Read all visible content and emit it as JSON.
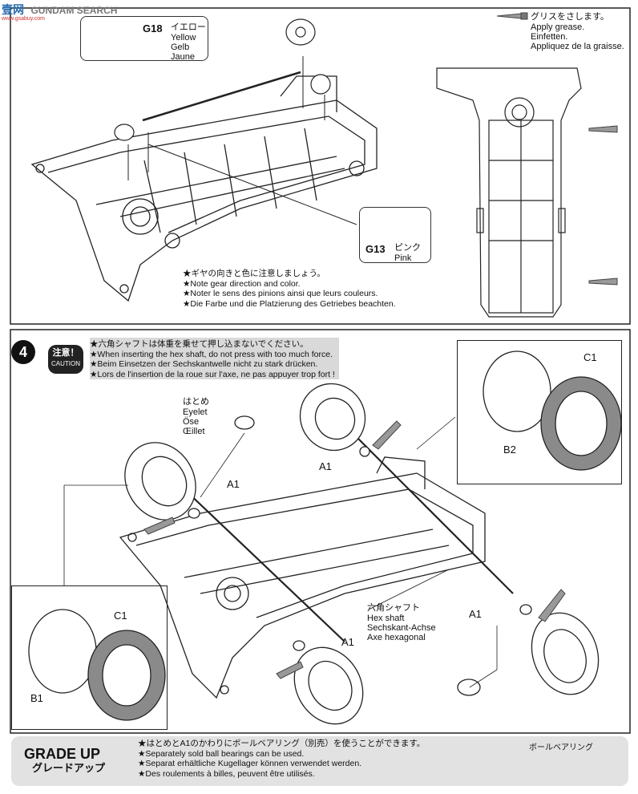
{
  "watermark": {
    "brand": "GUNDAM SEARCH",
    "logo_chars": "壹网",
    "site": "www.gsabuy.com"
  },
  "step3": {
    "g18": {
      "code": "G18",
      "jp": "イエロー",
      "en": "Yellow",
      "de": "Gelb",
      "fr": "Jaune"
    },
    "g13": {
      "code": "G13",
      "jp": "ピンク",
      "en": "Pink"
    },
    "grease": {
      "jp": "グリスをさします。",
      "en": "Apply grease.",
      "de": "Einfetten.",
      "fr": "Appliquez de la graisse."
    },
    "notes": [
      "★ギヤの向きと色に注意しましょう。",
      "★Note gear direction and color.",
      "★Noter le sens des pinions ainsi que leurs couleurs.",
      "★Die Farbe und die Platzierung des Getriebes beachten."
    ]
  },
  "step4": {
    "number": "4",
    "caution_badge": {
      "jp": "注意！",
      "en": "CAUTION"
    },
    "caution_lines": [
      "★六角シャフトは体重を乗せて押し込まないでください。",
      "★When inserting the hex shaft, do not press with too much force.",
      "★Beim Einsetzen der Sechskantwelle nicht zu stark drücken.",
      "★Lors de l'insertion de la roue sur l'axe, ne pas appuyer trop fort !"
    ],
    "eyelet": {
      "jp": "はとめ",
      "en": "Eyelet",
      "de": "Öse",
      "fr": "Œillet"
    },
    "hex": {
      "jp": "六角シャフト",
      "en": "Hex shaft",
      "de": "Sechskant-Achse",
      "fr": "Axe hexagonal"
    },
    "parts": {
      "a1": "A1",
      "b1": "B1",
      "b2": "B2",
      "c1": "C1"
    }
  },
  "grade_up": {
    "title": "GRADE UP",
    "title_jp": "グレードアップ",
    "lines": [
      "★はとめとA1のかわりにボールベアリング（別売）を使うことができます。",
      "★Separately sold ball bearings can be used.",
      "★Separat erhältliche Kugellager können verwendet werden.",
      "★Des roulements à billes, peuvent être utilisés."
    ],
    "bearing_label": "ボールベアリング"
  }
}
